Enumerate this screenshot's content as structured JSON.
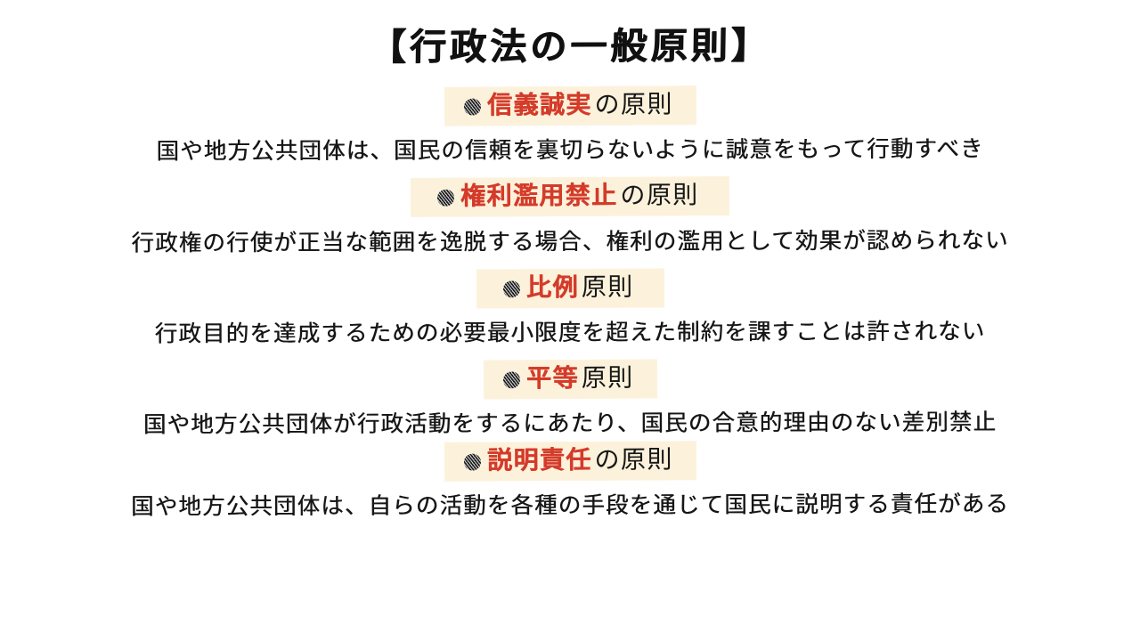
{
  "page": {
    "background_color": "#ffffff",
    "title": "【行政法の一般原則】",
    "accent_color": "#d43b2a",
    "highlight_color": "#fcf2dc",
    "text_color": "#161616"
  },
  "sections": [
    {
      "bullet": "hatched-circle-bullet",
      "heading_keyword": "信義誠実",
      "heading_tail": "の原則",
      "body": "国や地方公共団体は、国民の信頼を裏切らないように誠意をもって行動すべき"
    },
    {
      "bullet": "hatched-circle-bullet",
      "heading_keyword": "権利濫用禁止",
      "heading_tail": "の原則",
      "body": "行政権の行使が正当な範囲を逸脱する場合、権利の濫用として効果が認められない"
    },
    {
      "bullet": "hatched-circle-bullet",
      "heading_keyword": "比例",
      "heading_tail": "原則",
      "body": "行政目的を達成するための必要最小限度を超えた制約を課すことは許されない"
    },
    {
      "bullet": "hatched-circle-bullet",
      "heading_keyword": "平等",
      "heading_tail": "原則",
      "body": "国や地方公共団体が行政活動をするにあたり、国民の合意的理由のない差別禁止"
    },
    {
      "bullet": "hatched-circle-bullet",
      "heading_keyword": "説明責任",
      "heading_tail": "の原則",
      "body": "国や地方公共団体は、自らの活動を各種の手段を通じて国民に説明する責任がある"
    }
  ]
}
